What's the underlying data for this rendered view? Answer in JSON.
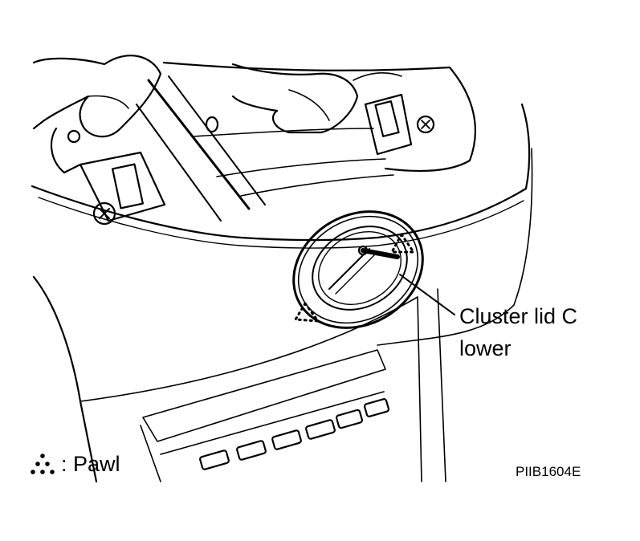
{
  "callout": {
    "line1": "Cluster lid C",
    "line2": "lower"
  },
  "legend": {
    "symbol": "pawl-triangle-icon",
    "text": ": Pawl"
  },
  "figure_code": "PIIB1604E",
  "colors": {
    "ink": "#000000",
    "background": "#ffffff"
  }
}
